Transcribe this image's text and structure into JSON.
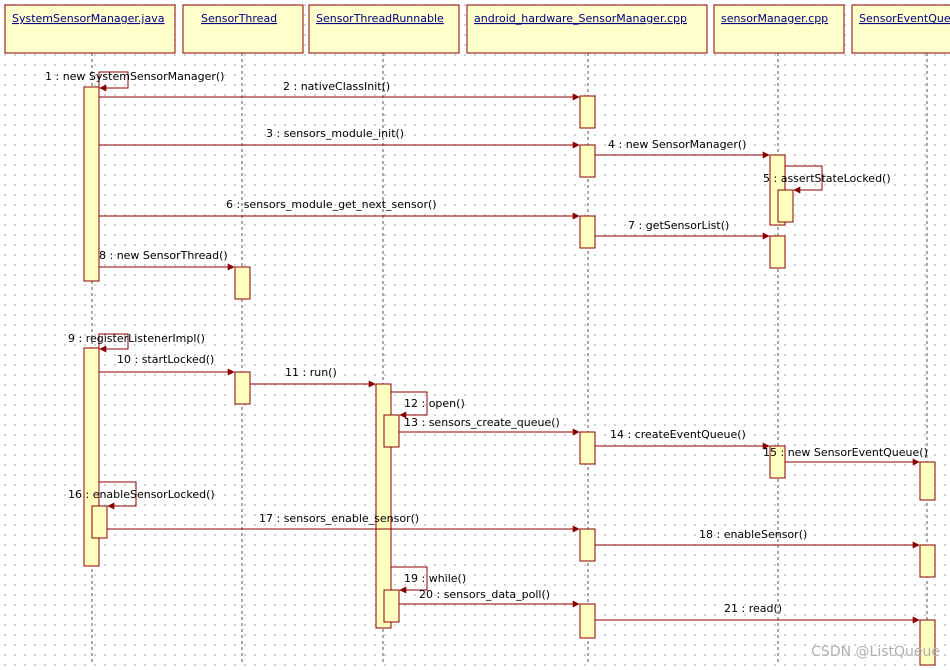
{
  "lifelines": [
    "SystemSensorManager.java",
    "SensorThread",
    "SensorThreadRunnable",
    "android_hardware_SensorManager.cpp",
    "sensorManager.cpp",
    "SensorEventQueue"
  ],
  "messages": [
    "1 : new SystemSensorManager()",
    "2 : nativeClassInit()",
    "3 : sensors_module_init()",
    "4 : new SensorManager()",
    "5 : assertStateLocked()",
    "6 : sensors_module_get_next_sensor()",
    "7 : getSensorList()",
    "8 : new SensorThread()",
    "9 : registerListenerImpl()",
    "10 : startLocked()",
    "11 : run()",
    "12 : open()",
    "13 : sensors_create_queue()",
    "14 : createEventQueue()",
    "15 : new SensorEventQueue()",
    "16 : enableSensorLocked()",
    "17 : sensors_enable_sensor()",
    "18 : enableSensor()",
    "19 : while()",
    "20 : sensors_data_poll()",
    "21 : read()"
  ],
  "watermark": "CSDN @ListQueue"
}
